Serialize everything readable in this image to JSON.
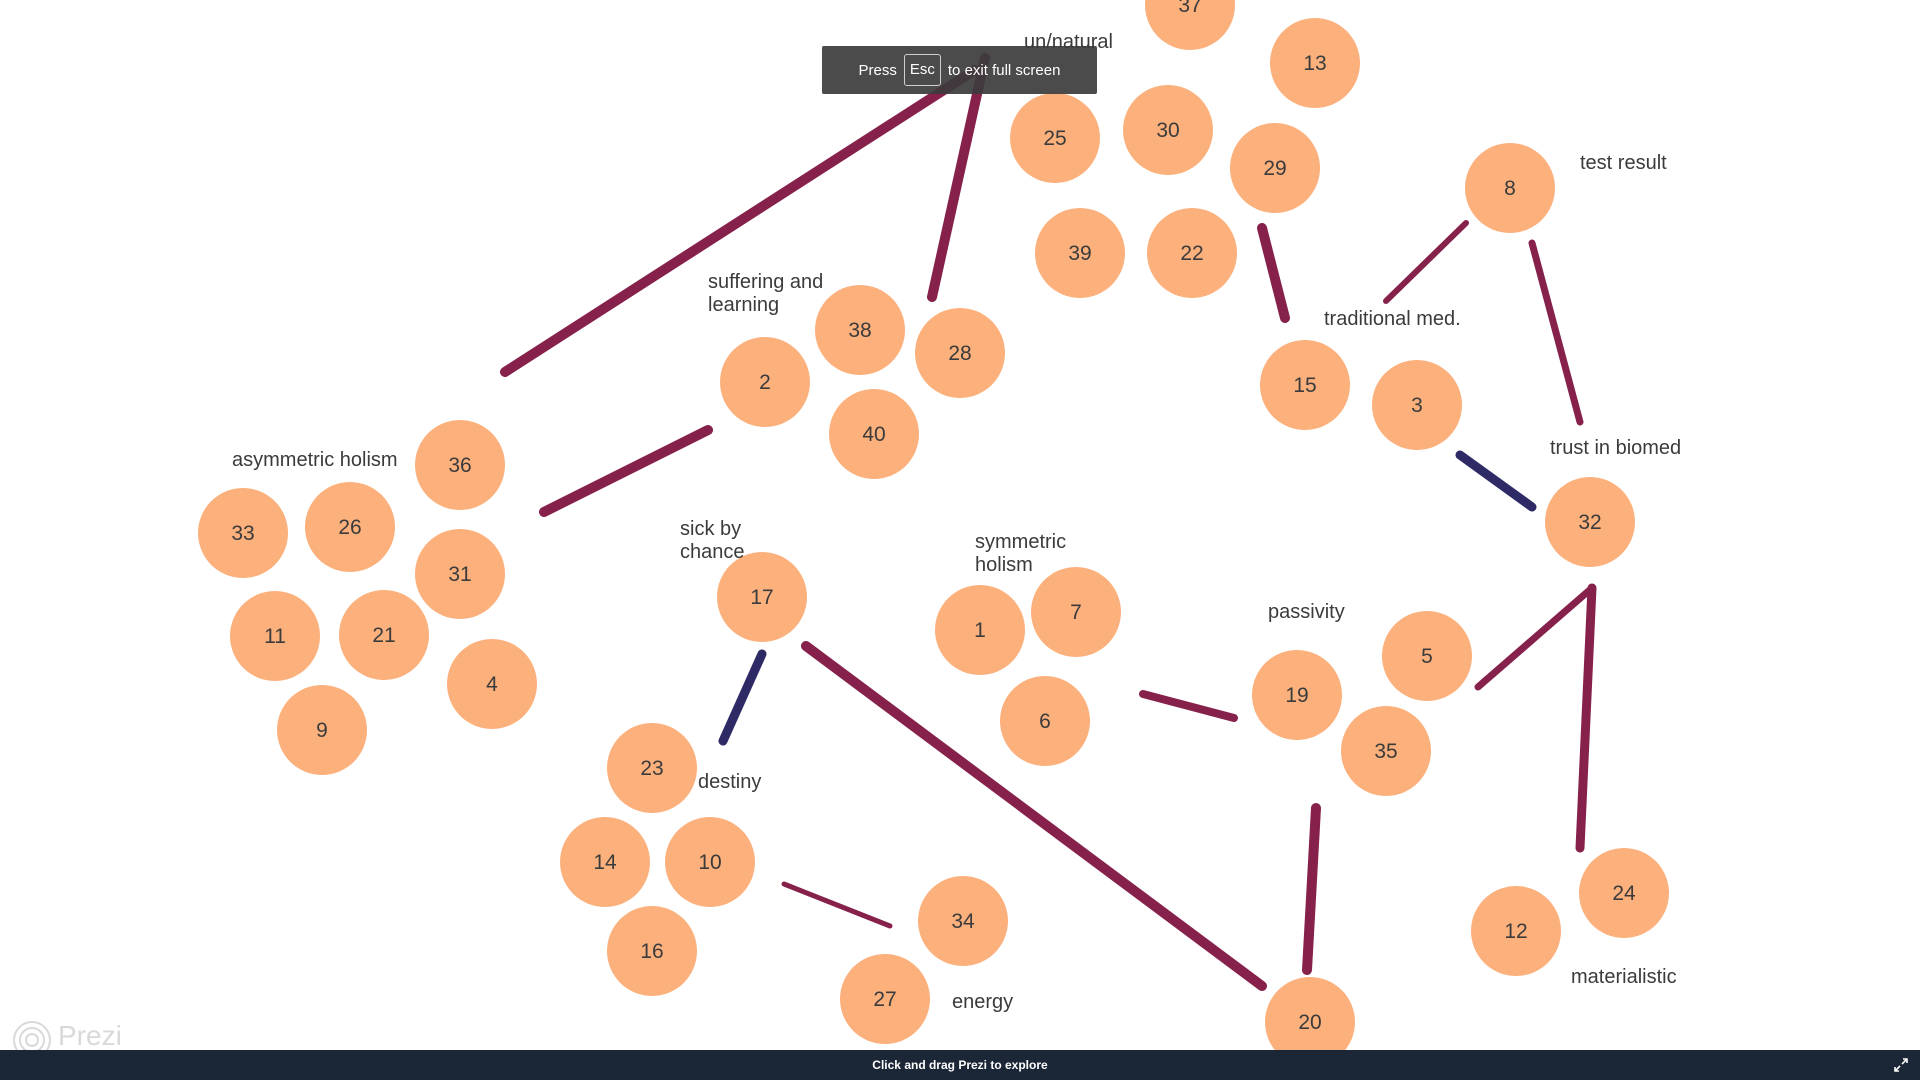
{
  "toast": {
    "press": "Press",
    "key": "Esc",
    "rest": "to exit full screen"
  },
  "bottom_bar": {
    "text": "Click and drag Prezi to explore"
  },
  "logo": {
    "text": "Prezi"
  },
  "colors": {
    "node": "#fcb07c",
    "edge_primary": "#86214b",
    "edge_secondary": "#2d2a66",
    "bar": "#1b2637"
  },
  "group_labels": [
    {
      "id": "unnatural",
      "lines": [
        "un/natural"
      ]
    },
    {
      "id": "suffering",
      "lines": [
        "suffering and",
        "learning"
      ]
    },
    {
      "id": "asymmetric",
      "lines": [
        "asymmetric holism"
      ]
    },
    {
      "id": "sickbychance",
      "lines": [
        "sick by",
        "chance"
      ]
    },
    {
      "id": "symmetric",
      "lines": [
        "symmetric",
        "holism"
      ]
    },
    {
      "id": "passivity",
      "lines": [
        "passivity"
      ]
    },
    {
      "id": "traditional",
      "lines": [
        "traditional med."
      ]
    },
    {
      "id": "testresult",
      "lines": [
        "test result"
      ]
    },
    {
      "id": "trustbiomed",
      "lines": [
        "trust in biomed"
      ]
    },
    {
      "id": "destiny",
      "lines": [
        "destiny"
      ]
    },
    {
      "id": "energy",
      "lines": [
        "energy"
      ]
    },
    {
      "id": "materialistic",
      "lines": [
        "materialistic"
      ]
    }
  ],
  "nodes": [
    "37",
    "13",
    "25",
    "30",
    "29",
    "8",
    "39",
    "22",
    "38",
    "28",
    "2",
    "40",
    "15",
    "3",
    "36",
    "33",
    "26",
    "31",
    "32",
    "17",
    "1",
    "7",
    "21",
    "11",
    "4",
    "5",
    "19",
    "6",
    "9",
    "35",
    "23",
    "10",
    "14",
    "34",
    "16",
    "27",
    "24",
    "12",
    "20"
  ],
  "edges": [
    {
      "from_group": "asymmetric",
      "to_group": "unnatural",
      "style": "primary"
    },
    {
      "from_group": "suffering",
      "to_group": "unnatural",
      "style": "primary"
    },
    {
      "from_group": "asymmetric",
      "to_group": "suffering",
      "style": "primary"
    },
    {
      "from_group": "unnatural",
      "to_group": "traditional",
      "style": "primary"
    },
    {
      "from_group": "traditional",
      "to_group": "testresult",
      "style": "primary"
    },
    {
      "from_group": "testresult",
      "to_group": "trustbiomed",
      "style": "primary"
    },
    {
      "from_group": "traditional",
      "to_group": "trustbiomed",
      "style": "secondary"
    },
    {
      "from_group": "sickbychance",
      "to_group": "destiny",
      "style": "secondary"
    },
    {
      "from_group": "sickbychance",
      "to_group": "energy",
      "style": "primary"
    },
    {
      "from_group": "symmetric",
      "to_group": "passivity",
      "style": "primary"
    },
    {
      "from_group": "trustbiomed",
      "to_group": "passivity",
      "style": "primary"
    },
    {
      "from_group": "trustbiomed",
      "to_group": "materialistic",
      "style": "primary"
    },
    {
      "from_group": "passivity",
      "to_group": "energy",
      "style": "primary"
    },
    {
      "from_group": "destiny",
      "to_group": "energy",
      "style": "primary"
    }
  ]
}
